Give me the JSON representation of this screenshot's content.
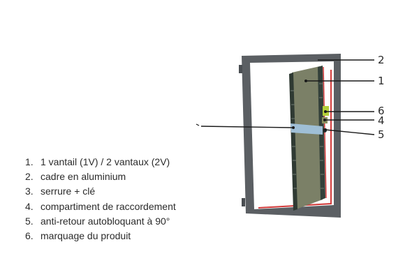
{
  "callouts": [
    "2",
    "1",
    "6",
    "4",
    "5"
  ],
  "legend": [
    {
      "number": "1.",
      "text": "1 vantail (1V) / 2 vantaux (2V)"
    },
    {
      "number": "2.",
      "text": "cadre en aluminium"
    },
    {
      "number": "3.",
      "text": "serrure + clé"
    },
    {
      "number": "4.",
      "text": "compartiment de raccordement"
    },
    {
      "number": "5.",
      "text": "anti-retour autobloquant à 90°"
    },
    {
      "number": "6.",
      "text": "marquage du produit"
    }
  ],
  "colors": {
    "frame": "#5b5f63",
    "panel": "#7a7f66",
    "rail": "#2f3a33",
    "seal": "#d23a3a",
    "leader": "#1a1a1a",
    "latch": "#9fbfd6",
    "marking": "#b4cf3a"
  }
}
